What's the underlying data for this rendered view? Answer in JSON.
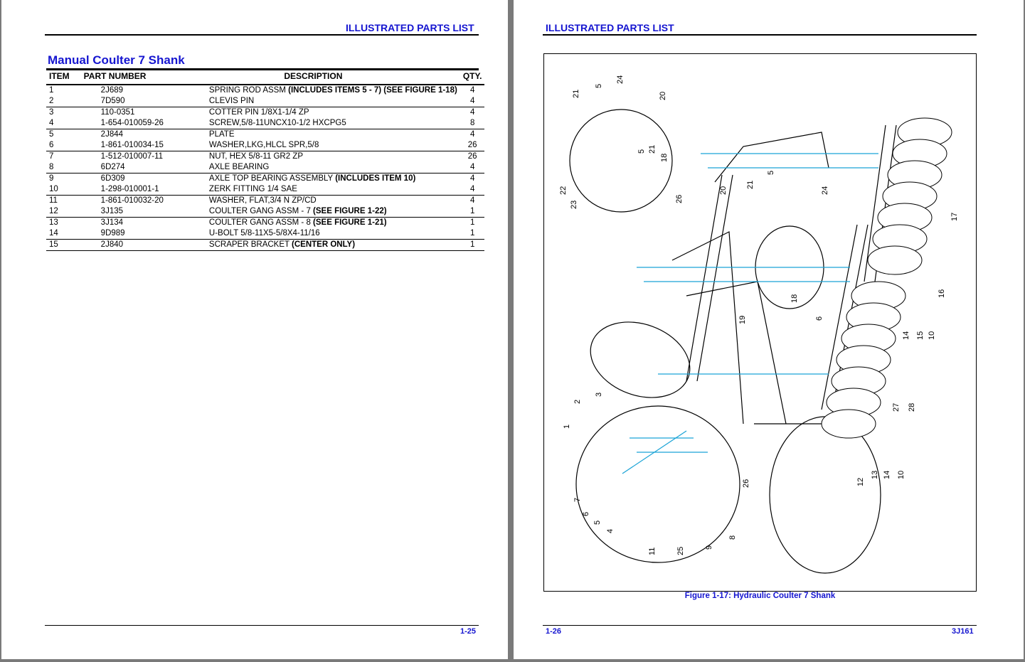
{
  "left_page": {
    "header": "ILLUSTRATED PARTS LIST",
    "section_title": "Manual Coulter 7 Shank",
    "columns": [
      "ITEM",
      "PART NUMBER",
      "DESCRIPTION",
      "QTY."
    ],
    "rows": [
      {
        "item": "1",
        "part": "2J689",
        "desc": "SPRING ROD ASSM ",
        "bold": "(INCLUDES ITEMS 5 - 7) (SEE FIGURE 1-18)",
        "qty": "4"
      },
      {
        "item": "2",
        "part": "7D590",
        "desc": "CLEVIS PIN",
        "bold": "",
        "qty": "4"
      },
      {
        "item": "3",
        "part": "110-0351",
        "desc": "COTTER PIN 1/8X1-1/4 ZP",
        "bold": "",
        "qty": "4"
      },
      {
        "item": "4",
        "part": "1-654-010059-26",
        "desc": "SCREW,5/8-11UNCX10-1/2 HXCPG5",
        "bold": "",
        "qty": "8"
      },
      {
        "item": "5",
        "part": "2J844",
        "desc": "PLATE",
        "bold": "",
        "qty": "4"
      },
      {
        "item": "6",
        "part": "1-861-010034-15",
        "desc": "WASHER,LKG,HLCL SPR,5/8",
        "bold": "",
        "qty": "26"
      },
      {
        "item": "7",
        "part": "1-512-010007-11",
        "desc": "NUT, HEX 5/8-11 GR2 ZP",
        "bold": "",
        "qty": "26"
      },
      {
        "item": "8",
        "part": "6D274",
        "desc": "AXLE BEARING",
        "bold": "",
        "qty": "4"
      },
      {
        "item": "9",
        "part": "6D309",
        "desc": "AXLE TOP BEARING ASSEMBLY ",
        "bold": "(INCLUDES ITEM 10)",
        "qty": "4"
      },
      {
        "item": "10",
        "part": "1-298-010001-1",
        "desc": "ZERK FITTING 1/4 SAE",
        "bold": "",
        "qty": "4"
      },
      {
        "item": "11",
        "part": "1-861-010032-20",
        "desc": "WASHER, FLAT,3/4 N ZP/CD",
        "bold": "",
        "qty": "4"
      },
      {
        "item": "12",
        "part": "3J135",
        "desc": "COULTER GANG ASSM - 7 ",
        "bold": "(SEE FIGURE 1-22)",
        "qty": "1"
      },
      {
        "item": "13",
        "part": "3J134",
        "desc": "COULTER GANG ASSM - 8 ",
        "bold": "(SEE FIGURE 1-21)",
        "qty": "1"
      },
      {
        "item": "14",
        "part": "9D989",
        "desc": "U-BOLT 5/8-11X5-5/8X4-11/16",
        "bold": "",
        "qty": "1"
      },
      {
        "item": "15",
        "part": "2J840",
        "desc": "SCRAPER BRACKET ",
        "bold": "(CENTER ONLY)",
        "qty": "1"
      }
    ],
    "page_number": "1-25"
  },
  "right_page": {
    "header": "ILLUSTRATED PARTS LIST",
    "figure_caption": "Figure 1-17:  Hydraulic Coulter 7 Shank",
    "callouts": [
      "21",
      "5",
      "24",
      "20",
      "5",
      "21",
      "18",
      "22",
      "23",
      "26",
      "20",
      "21",
      "5",
      "24",
      "17",
      "19",
      "18",
      "6",
      "16",
      "14",
      "15",
      "10",
      "27",
      "28",
      "3",
      "2",
      "1",
      "26",
      "7",
      "6",
      "5",
      "4",
      "11",
      "25",
      "9",
      "8",
      "12",
      "13",
      "14",
      "10"
    ],
    "page_number": "1-26",
    "doc_number": "3J161"
  }
}
